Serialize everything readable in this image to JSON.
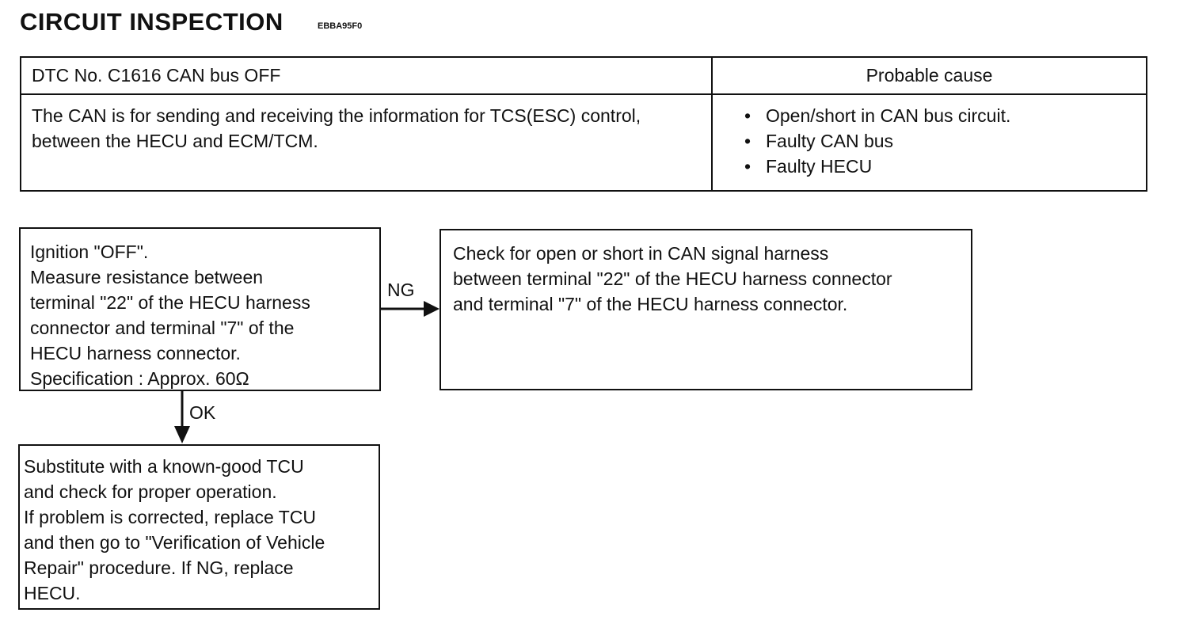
{
  "header": {
    "title": "CIRCUIT INSPECTION",
    "code": "EBBA95F0"
  },
  "dtc_table": {
    "dtc_label": "DTC No.  C1616 CAN bus OFF",
    "cause_header": "Probable cause",
    "description_lines": [
      "The CAN is for sending and receiving the information for TCS(ESC)",
      "control, between the HECU and ECM/TCM."
    ],
    "causes": [
      "Open/short in CAN bus circuit.",
      "Faulty CAN bus",
      "Faulty HECU"
    ]
  },
  "flowchart": {
    "measure_step": [
      "Ignition \"OFF\".",
      "Measure resistance between",
      "terminal \"22\" of the HECU harness",
      "connector and terminal \"7\" of the",
      "HECU harness connector.",
      "Specification : Approx.  60Ω"
    ],
    "ng_label": "NG",
    "ng_step": [
      "Check for open or short in CAN signal harness",
      "between terminal \"22\" of the HECU harness connector",
      "and terminal \"7\" of the HECU harness connector."
    ],
    "ok_label": "OK",
    "ok_step": [
      "Substitute with a known-good TCU",
      "and check for proper operation.",
      "If problem is corrected, replace TCU",
      "and then go to \"Verification of Vehicle",
      "Repair\" procedure. If NG, replace",
      "HECU."
    ]
  }
}
